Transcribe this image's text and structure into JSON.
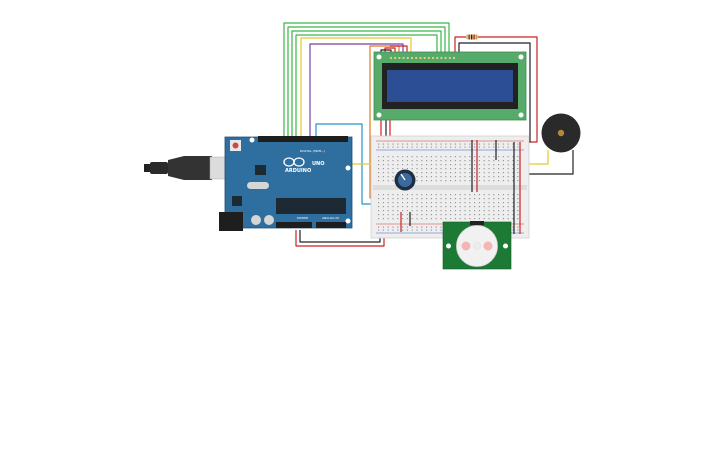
{
  "circuit": {
    "arduino": {
      "brand": "ARDUINO",
      "model": "UNO",
      "header_digital": "DIGITAL (PWM~)",
      "header_power": "POWER",
      "header_analog": "ANALOG IN",
      "board_color": "#2f6f9f"
    },
    "lcd": {
      "size": "16x2",
      "screen_color": "#2c4e94",
      "pcb_color": "#57ab6a"
    },
    "pir_sensor": {
      "pcb_color": "#1c7a35"
    },
    "breadboard": {
      "rail_red": "#d23b3b",
      "rail_blue": "#3b5fd2"
    },
    "wires": {
      "green": "#3ab54a",
      "yellow": "#e5c82a",
      "purple": "#7b3fa0",
      "blue": "#2196c8",
      "red": "#cc2222",
      "black": "#222222",
      "orange": "#e07b1a"
    }
  }
}
